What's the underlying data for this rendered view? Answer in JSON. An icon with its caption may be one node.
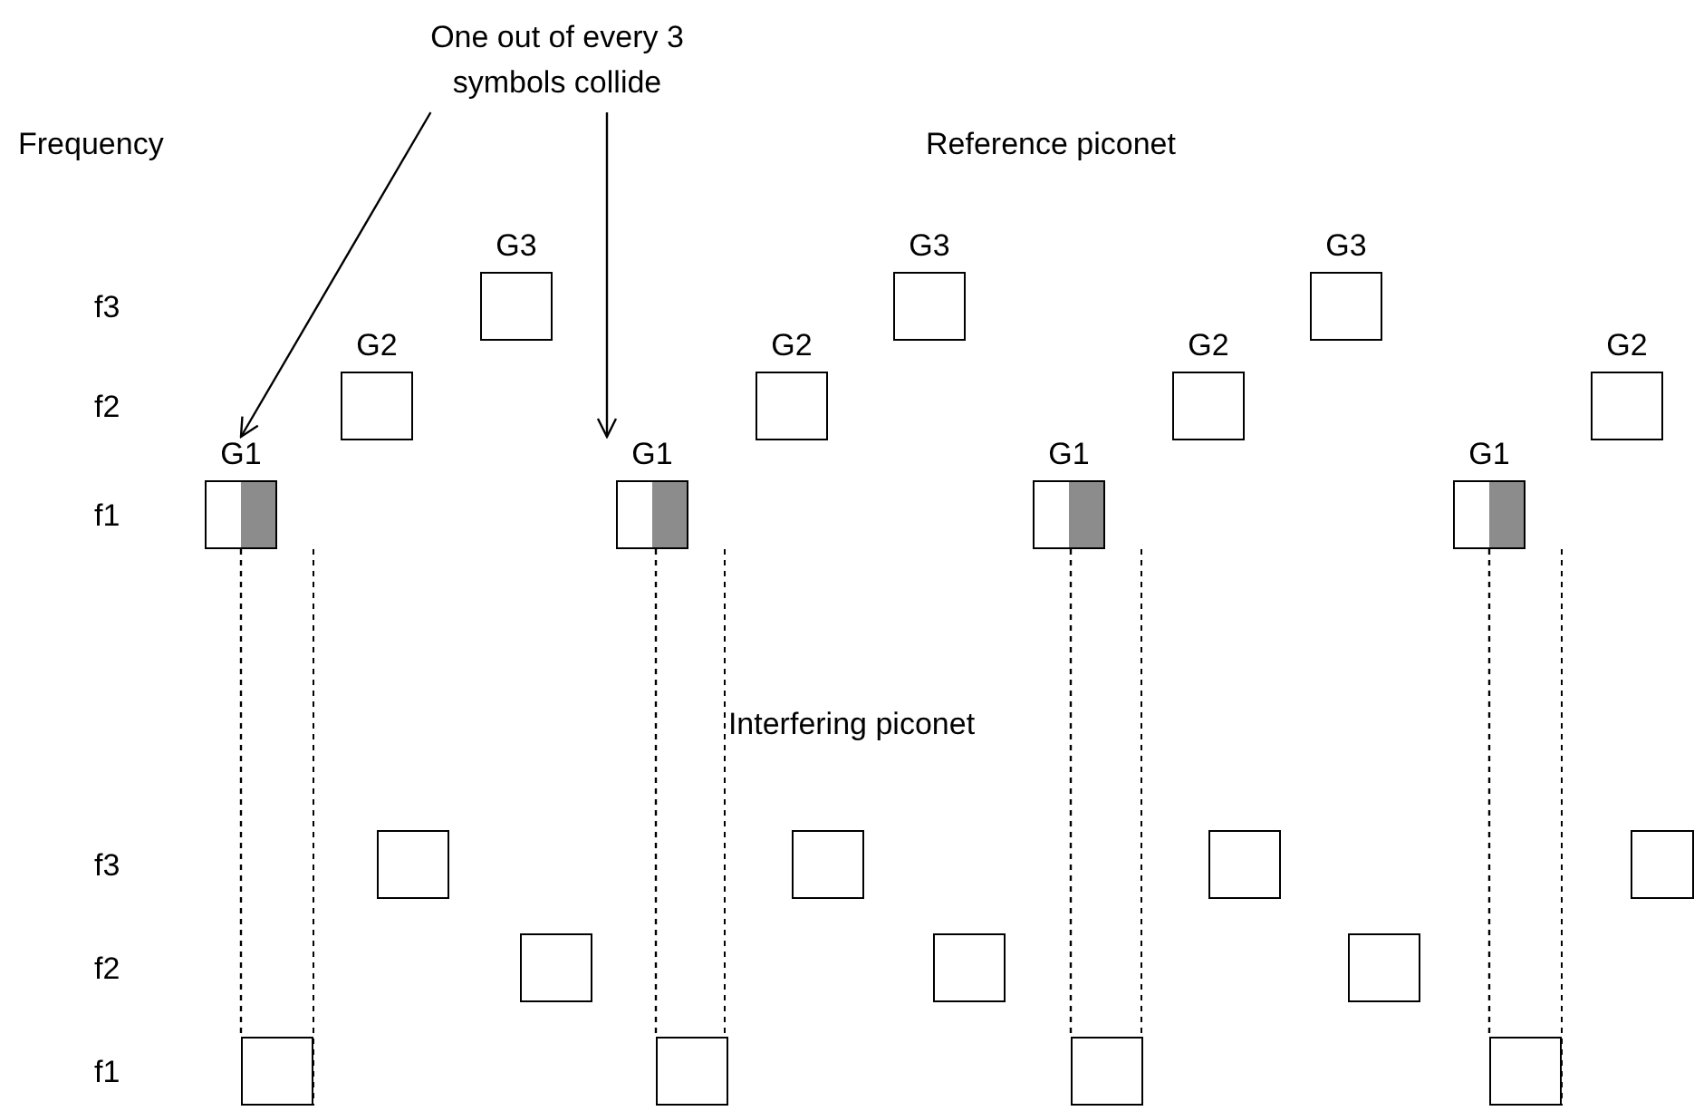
{
  "diagram": {
    "nodes": [
      {
        "text": [
          "One out of every 3 symbols collide"
        ]
      },
      {
        "text": [
          "G3"
        ]
      },
      {
        "text": [
          "G3"
        ]
      },
      {
        "text": [
          "G3"
        ]
      },
      {
        "text": [
          "G2"
        ]
      },
      {
        "text": [
          "G2"
        ]
      },
      {
        "text": [
          "G2"
        ]
      },
      {
        "text": [
          "G2"
        ]
      },
      {
        "text": [
          "G1"
        ]
      },
      {
        "text": [
          "G1"
        ]
      },
      {
        "text": [
          "G1"
        ]
      },
      {
        "text": [
          "G1"
        ]
      },
      {
        "text": [],
        "shape": "box"
      },
      {
        "text": [],
        "shape": "box"
      },
      {
        "text": [],
        "shape": "box"
      },
      {
        "text": [],
        "shape": "box"
      },
      {
        "text": [],
        "shape": "box"
      },
      {
        "text": [],
        "shape": "box"
      },
      {
        "text": [],
        "shape": "box"
      },
      {
        "text": [],
        "shape": "box"
      },
      {
        "text": [],
        "shape": "box"
      },
      {
        "text": [],
        "shape": "box"
      },
      {
        "text": [],
        "shape": "box"
      }
    ],
    "edges": [
      {
        "from": 0,
        "to": 8,
        "arrow": "to"
      },
      {
        "from": 0,
        "to": 9,
        "arrow": "to"
      },
      {
        "from": 8,
        "to": 19,
        "arrow": "none",
        "style": "dashed"
      },
      {
        "from": 9,
        "to": 20,
        "arrow": "none",
        "style": "dashed"
      },
      {
        "from": 10,
        "to": 21,
        "arrow": "none",
        "style": "dashed"
      },
      {
        "from": 11,
        "to": 22,
        "arrow": "none",
        "style": "dashed"
      }
    ],
    "labels": [
      "Frequency",
      "Reference piconet",
      "f3",
      "f2",
      "f1",
      "Interfering piconet",
      "f3",
      "f2",
      "f1"
    ]
  }
}
